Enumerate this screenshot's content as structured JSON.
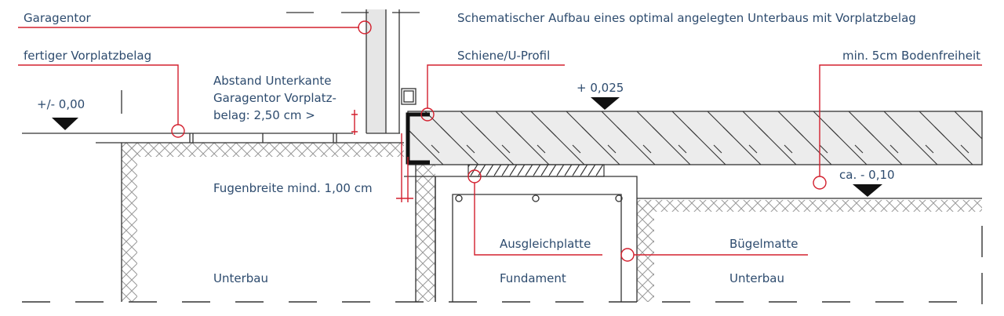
{
  "title": "Schematischer Aufbau eines optimal angelegten Unterbaus mit Vorplatzbelag",
  "labels": {
    "garagentor": "Garagentor",
    "vorplatzbelag": "fertiger Vorplatzbelag",
    "schiene": "Schiene/U-Profil",
    "bodenfreiheit": "min. 5cm Bodenfreiheit",
    "abstand": [
      "Abstand Unterkante",
      "Garagentor Vorplatz-",
      "belag: 2,50 cm >"
    ],
    "fugenbreite": "Fugenbreite mind. 1,00 cm",
    "ausgleichplatte": "Ausgleichplatte",
    "buegelmatte": "Bügelmatte",
    "unterbau_left": "Unterbau",
    "fundament": "Fundament",
    "unterbau_right": "Unterbau"
  },
  "levels": {
    "zero": "+/- 0,00",
    "slab": "+ 0,025",
    "ground_right": "ca. - 0,10"
  },
  "colors": {
    "text": "#2d4b6e",
    "leader": "#d3202e",
    "slab": "#ececec"
  }
}
